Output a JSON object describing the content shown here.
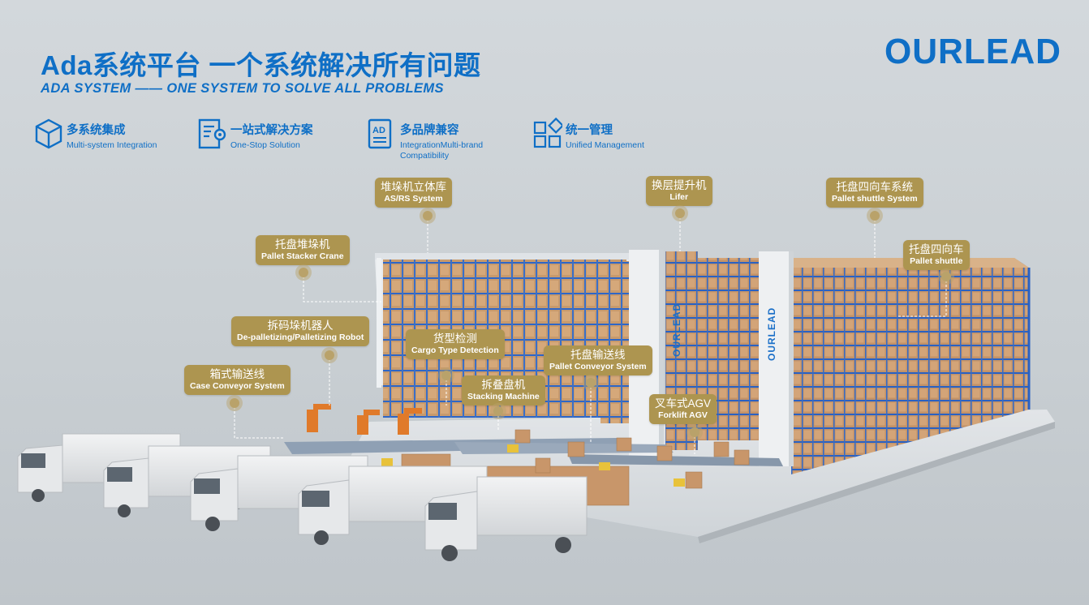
{
  "header": {
    "title_cn": "Ada系统平台 一个系统解决所有问题",
    "title_en": "ADA SYSTEM —— ONE SYSTEM TO SOLVE ALL PROBLEMS",
    "logo_text": "OURLEAD",
    "brand_color": "#0f6fc6"
  },
  "features": [
    {
      "icon": "cube-icon",
      "cn": "多系统集成",
      "en": "Multi-system Integration"
    },
    {
      "icon": "gear-list-icon",
      "cn": "一站式解决方案",
      "en": "One-Stop Solution"
    },
    {
      "icon": "document-ad-icon",
      "cn": "多品牌兼容",
      "en": "IntegrationMulti-brand Compatibility"
    },
    {
      "icon": "grid-diamond-icon",
      "cn": "统一管理",
      "en": "Unified Management"
    }
  ],
  "callouts": [
    {
      "cn": "堆垛机立体库",
      "en": "AS/RS System"
    },
    {
      "cn": "换层提升机",
      "en": "Lifer"
    },
    {
      "cn": "托盘四向车系统",
      "en": "Pallet shuttle System"
    },
    {
      "cn": "托盘堆垛机",
      "en": "Pallet Stacker Crane"
    },
    {
      "cn": "托盘四向车",
      "en": "Pallet shuttle"
    },
    {
      "cn": "拆码垛机器人",
      "en": "De-palletizing/Palletizing Robot"
    },
    {
      "cn": "货型检测",
      "en": "Cargo Type Detection"
    },
    {
      "cn": "托盘输送线",
      "en": "Pallet Conveyor System"
    },
    {
      "cn": "箱式输送线",
      "en": "Case Conveyor System"
    },
    {
      "cn": "拆叠盘机",
      "en": "Stacking Machine"
    },
    {
      "cn": "叉车式AGV",
      "en": "Forklift AGV"
    }
  ],
  "tower_text": "OURLEAD",
  "colors": {
    "callout_bg": "#ad9550",
    "rack_blue": "#2a64c8",
    "box": "#c8966a"
  }
}
